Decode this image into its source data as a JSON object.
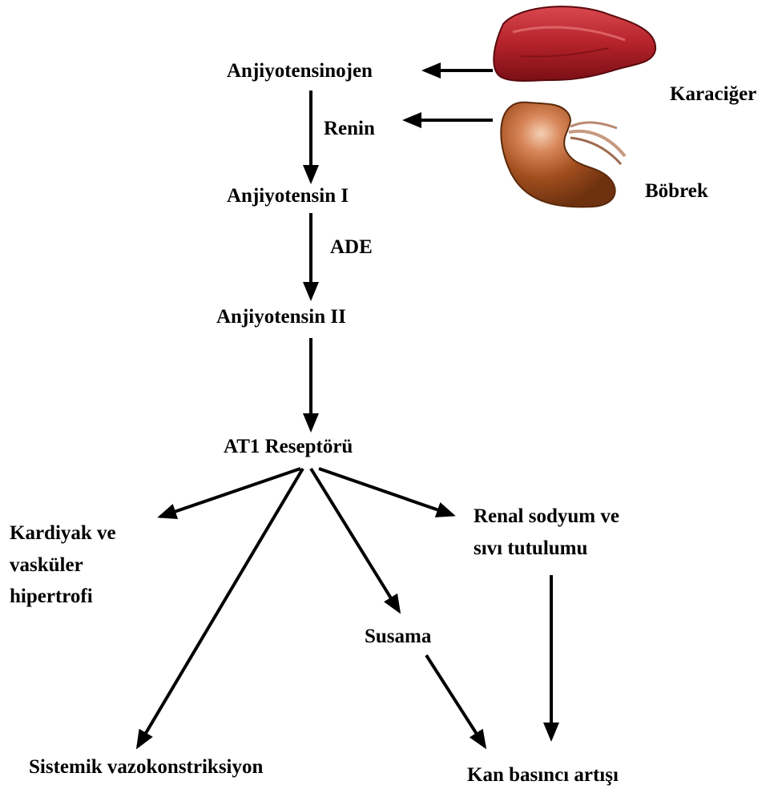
{
  "nodes": {
    "angiotensinogen": "Anjiyotensinojen",
    "renin": "Renin",
    "angiotensin1": "Anjiyotensin I",
    "ace": "ADE",
    "angiotensin2": "Anjiyotensin II",
    "at1_receptor": "AT1 Reseptörü",
    "cardiac_line1": "Kardiyak ve",
    "cardiac_line2": "vasküler",
    "cardiac_line3": "hipertrofi",
    "renal_line1": "Renal sodyum ve",
    "renal_line2": "sıvı tutulumu",
    "thirst": "Susama",
    "vasoconstriction": "Sistemik vazokonstriksiyon",
    "bp_increase": "Kan basıncı artışı"
  },
  "organs": {
    "liver": "Karaciğer",
    "kidney": "Böbrek"
  },
  "colors": {
    "liver": "#b5222a",
    "liver_dark": "#7a0f15",
    "kidney": "#9a4a1c",
    "kidney_highlight": "#f3c4a6",
    "arrow": "#000000"
  }
}
